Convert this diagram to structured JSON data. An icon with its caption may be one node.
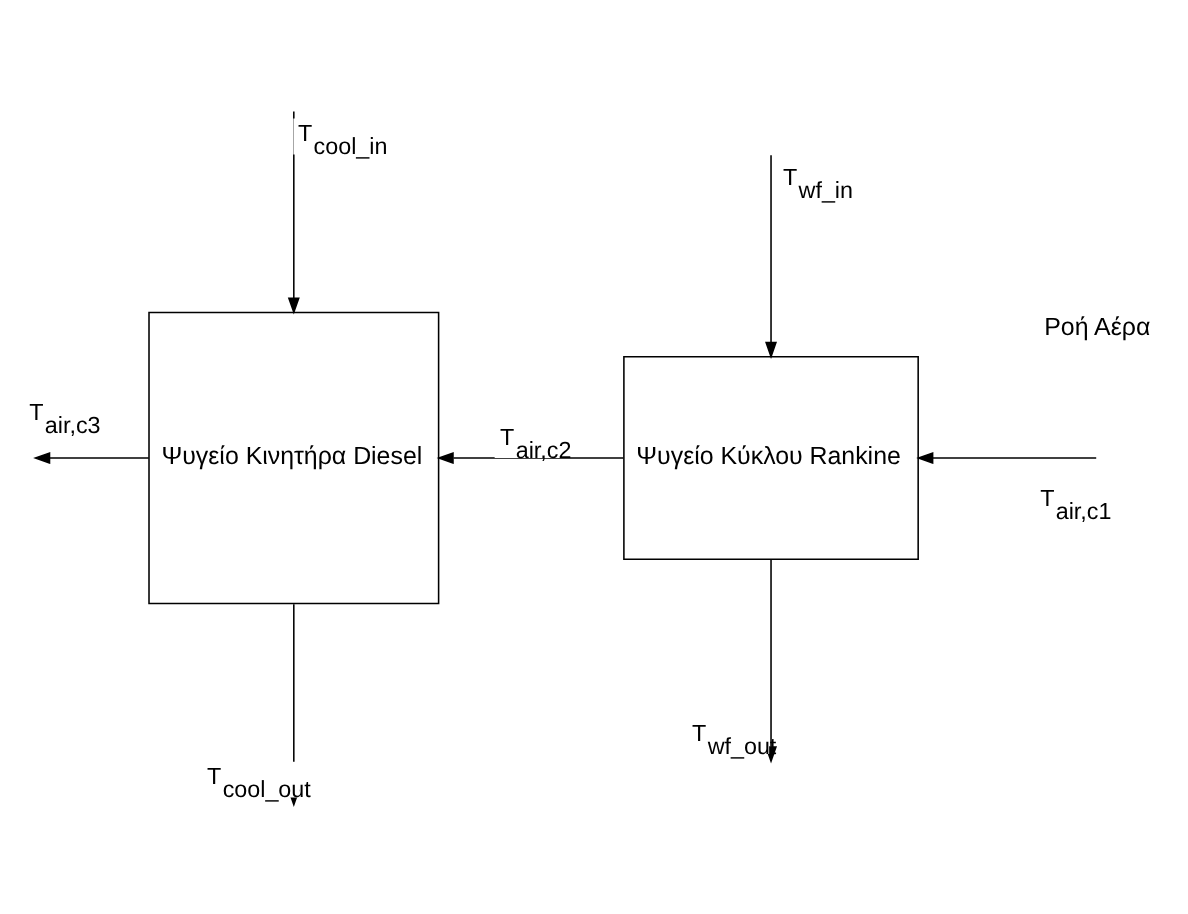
{
  "diagram": {
    "nodes": [
      {
        "text": [
          "Ψυγείο Κινητήρα Diesel"
        ]
      },
      {
        "text": [
          "Ψυγείο Κύκλου Rankine"
        ]
      }
    ],
    "edges": [
      {
        "from": null,
        "to": 0,
        "arrow": "to",
        "label": "T$_{cool_in}$"
      },
      {
        "from": 0,
        "to": null,
        "arrow": "to",
        "label": "T$_{cool_out}$"
      },
      {
        "from": 0,
        "to": null,
        "arrow": "to",
        "label": "T$_{air,c3}$"
      },
      {
        "from": 1,
        "to": 0,
        "arrow": "to",
        "label": "T$_{air,c2}$"
      },
      {
        "from": null,
        "to": 1,
        "arrow": "to",
        "label": "T$_{wf_in}$"
      },
      {
        "from": 1,
        "to": null,
        "arrow": "to",
        "label": "T$_{wf_out}$"
      },
      {
        "from": null,
        "to": 1,
        "arrow": "to",
        "label": "T$_{air,c1}$"
      }
    ],
    "labels": [
      "Ροή Αέρα"
    ]
  }
}
